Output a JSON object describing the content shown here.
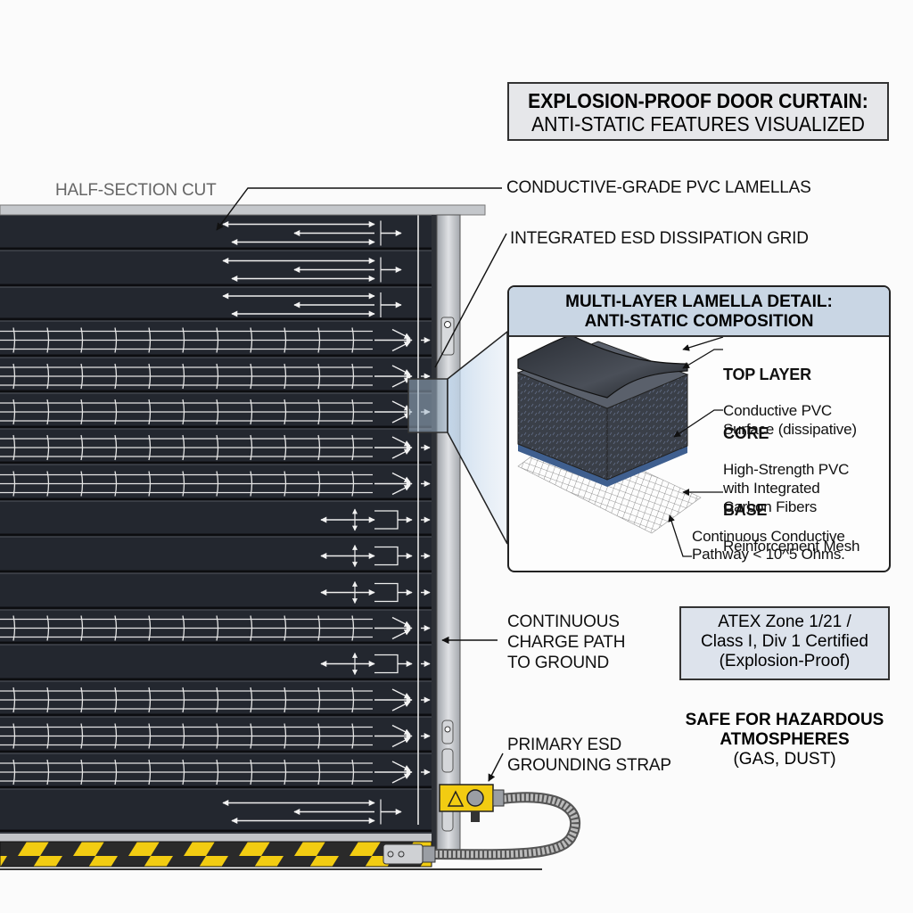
{
  "title": {
    "line1": "EXPLOSION-PROOF DOOR CURTAIN:",
    "line2": "ANTI-STATIC FEATURES VISUALIZED"
  },
  "callouts": {
    "half_section": "HALF-SECTION CUT",
    "lamellas": "CONDUCTIVE-GRADE PVC LAMELLAS",
    "esd_grid": "INTEGRATED ESD DISSIPATION GRID",
    "charge_path": "CONTINUOUS\nCHARGE PATH\nTO GROUND",
    "grounding_strap": "PRIMARY ESD\nGROUNDING STRAP"
  },
  "detail": {
    "heading_line1": "MULTI-LAYER LAMELLA DETAIL:",
    "heading_line2": "ANTI-STATIC COMPOSITION",
    "layers": [
      {
        "name": "TOP LAYER",
        "desc": "Conductive PVC\nSurface (dissipative)"
      },
      {
        "name": "CORE",
        "desc": "High-Strength PVC\nwith Integrated\nCarbon Fibers"
      },
      {
        "name": "BASE",
        "desc": "Reinforcement Mesh"
      }
    ],
    "pathway_note": "Continuous Conductive\nPathway < 10^5 Ohms."
  },
  "certification": {
    "line1": "ATEX Zone 1/21 /",
    "line2": "Class I, Div 1 Certified",
    "line3": "(Explosion-Proof)"
  },
  "safety": {
    "line1": "SAFE FOR HAZARDOUS",
    "line2": "ATMOSPHERES",
    "line3": "(GAS, DUST)"
  },
  "colors": {
    "lamella": "#23272f",
    "frame": "#c7c9cc",
    "hazard_yellow": "#f2cc12",
    "detail_header": "#c9d6e4",
    "cert_box": "#dde3ec",
    "core_base_blue": "#3f5f8f"
  },
  "icons": {
    "strap_warning": "esd-warning-triangle-icon"
  }
}
